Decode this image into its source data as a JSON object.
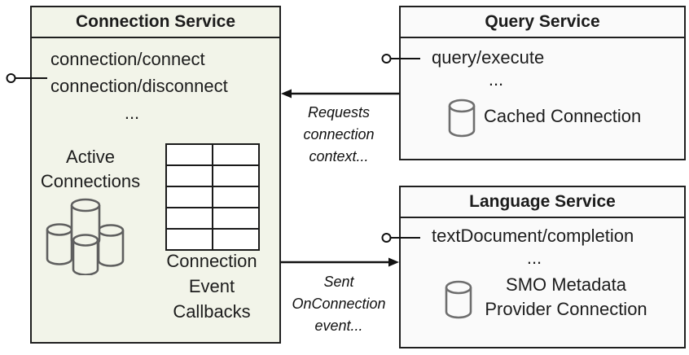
{
  "colors": {
    "connection_box_fill": "#f2f4e9",
    "service_box_fill": "#fafafa",
    "border": "#1f1f1f",
    "cylinder_stroke": "#666666",
    "connector": "#111111"
  },
  "connection_service": {
    "title": "Connection Service",
    "endpoints": [
      "connection/connect",
      "connection/disconnect"
    ],
    "ellipsis": "...",
    "active_connections": [
      "Active",
      "Connections"
    ],
    "active_connections_icon": "database-cluster-icon",
    "callbacks_table_icon": "table-grid-icon",
    "callbacks_label": [
      "Connection",
      "Event",
      "Callbacks"
    ]
  },
  "query_service": {
    "title": "Query Service",
    "endpoint": "query/execute",
    "ellipsis": "...",
    "cached_connection_icon": "database-icon",
    "cached_connection": "Cached Connection"
  },
  "language_service": {
    "title": "Language Service",
    "endpoint": "textDocument/completion",
    "ellipsis": "...",
    "smo_icon": "database-icon",
    "smo_label": [
      "SMO Metadata",
      "Provider Connection"
    ]
  },
  "connectors": {
    "lollipop_icon": "interface-lollipop-icon",
    "requests_label": [
      "Requests",
      "connection",
      "context..."
    ],
    "sent_label": [
      "Sent",
      "OnConnection",
      "event..."
    ]
  }
}
